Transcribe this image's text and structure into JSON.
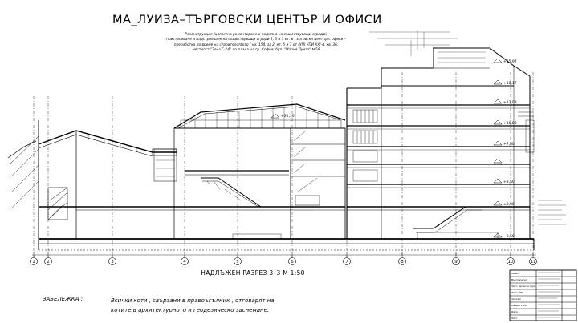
{
  "drawing": {
    "title": "МА_ЛУИЗА–ТЪРГОВСКИ ЦЕНТЪР И ОФИСИ",
    "description_lines": [
      "Реконструкция /цялостно ремонтиране и подмяна на съществуващи сгради/,",
      "пристрояване и надстрояване на съществуващи сгради 2, 3 и 5 ет. в търговски център с офиси –",
      "преработка по време на строителството / на: 154, за 2, ет. 5 и 7 от (УП) УПИ XXI-4, кв. 36,",
      "местност \"Зона Г–14\" по плана на гр. София, бул. \"Мария Луиза\" №58"
    ],
    "section_label": "НАДЛЪЖЕН РАЗРЕЗ 3–3  М 1:50",
    "note_label": "ЗАБЕЛЕЖКА :",
    "note_lines": [
      "Всички коти , свързани в правоъгълник , отговарят на",
      "котите в архитектурното и геодезическо заснемане."
    ]
  },
  "section": {
    "axis_labels": [
      "①",
      "②",
      "③",
      "④",
      "⑤",
      "⑥",
      "⑦",
      "⑧",
      "⑨",
      "⑩",
      "⑪"
    ],
    "level_marks": [
      "+32,10",
      "+15,97",
      "+18,17",
      "+13,03",
      "+10,03",
      "+7,00",
      "+3,50",
      "±0,00",
      "−3,50"
    ]
  },
  "title_block": {
    "rows": [
      "Обект",
      "Възложител",
      "Част: Архитектура",
      "Фаза: РП",
      "Чертеж",
      "Мащаб 1:50",
      "Дата",
      "Лист"
    ]
  },
  "colors": {
    "ink": "#000000",
    "paper": "#ffffff",
    "hatch": "#555555"
  }
}
